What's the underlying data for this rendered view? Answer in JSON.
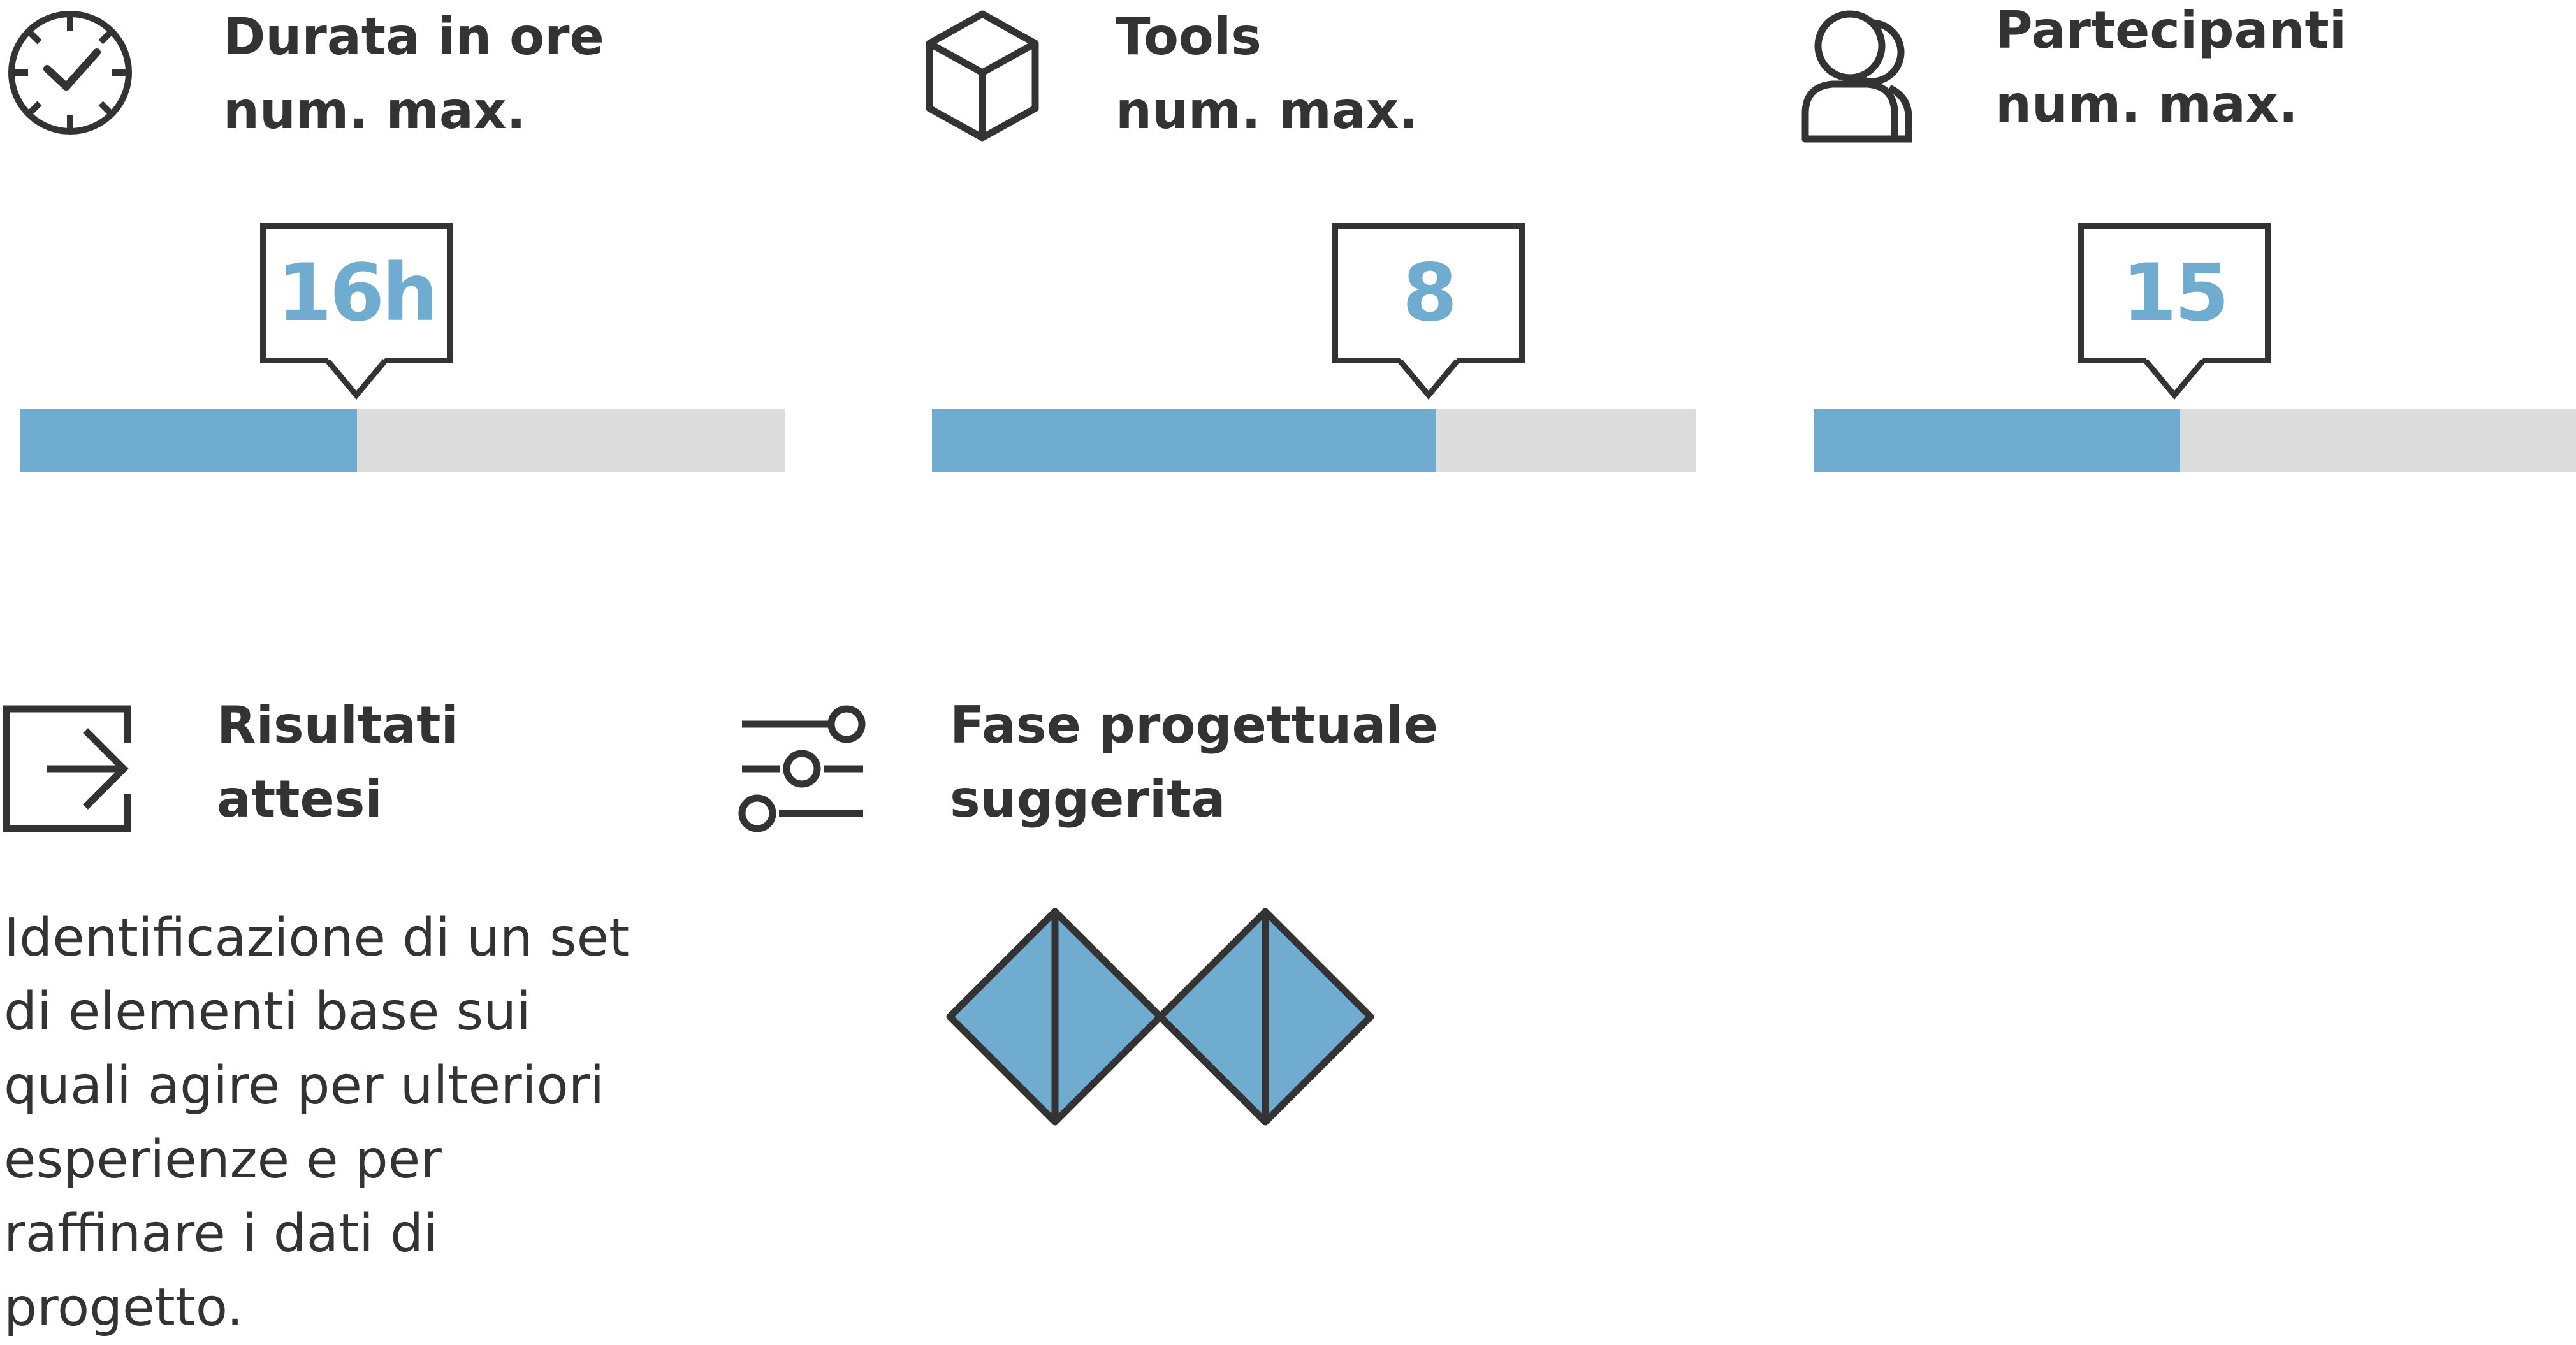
{
  "colors": {
    "accent": "#6facd0",
    "track": "#dcdcdc",
    "ink": "#333333"
  },
  "metrics": [
    {
      "icon": "clock-icon",
      "label": "Durata in ore\nnum. max.",
      "value_label": "16h",
      "fill": 0.44
    },
    {
      "icon": "cube-icon",
      "label": "Tools\nnum. max.",
      "value_label": "8",
      "fill": 0.66
    },
    {
      "icon": "users-icon",
      "label": "Partecipanti\nnum. max.",
      "value_label": "15",
      "fill": 0.48
    }
  ],
  "results": {
    "icon": "exit-arrow-icon",
    "label": "Risultati\nattesi",
    "description": "Identificazione di un set\ndi elementi base sui\nquali agire per ulteriori\nesperienze e per\nraffinare i dati di\nprogetto."
  },
  "phase": {
    "icon": "sliders-icon",
    "label": "Fase progettuale\nsuggerita",
    "diagram_icon": "double-diamond-icon"
  }
}
